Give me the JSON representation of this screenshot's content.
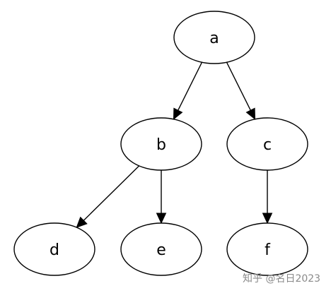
{
  "diagram": {
    "nodes": [
      {
        "id": "a",
        "label": "a"
      },
      {
        "id": "b",
        "label": "b"
      },
      {
        "id": "c",
        "label": "c"
      },
      {
        "id": "d",
        "label": "d"
      },
      {
        "id": "e",
        "label": "e"
      },
      {
        "id": "f",
        "label": "f"
      }
    ],
    "edges": [
      {
        "from": "a",
        "to": "b"
      },
      {
        "from": "a",
        "to": "c"
      },
      {
        "from": "b",
        "to": "d"
      },
      {
        "from": "b",
        "to": "e"
      },
      {
        "from": "c",
        "to": "f"
      }
    ]
  },
  "watermark": {
    "text": "知乎 @名日2023"
  }
}
